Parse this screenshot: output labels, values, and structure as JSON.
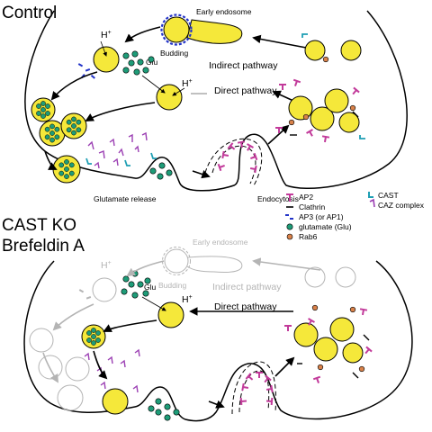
{
  "panels": {
    "control": {
      "title": "Control",
      "labels": {
        "early_endosome": "Early endosome",
        "budding": "Budding",
        "h_plus_1": "H",
        "h_plus_2": "H",
        "plus": "+",
        "glu": "Glu",
        "indirect_pathway": "Indirect pathway",
        "direct_pathway": "Direct pathway",
        "glutamate_release": "Glutamate release",
        "endocytosis": "Endocytosis"
      }
    },
    "cast_ko": {
      "title_line1": "CAST KO",
      "title_line2": "Brefeldin A",
      "labels": {
        "early_endosome": "Early endosome",
        "budding": "Budding",
        "h_plus_1": "H",
        "h_plus_2": "H",
        "plus": "+",
        "glu": "Glu",
        "indirect_pathway": "Indirect pathway",
        "direct_pathway": "Direct pathway"
      }
    }
  },
  "legend": {
    "ap2": "AP2",
    "clathrin": "Clathrin",
    "ap3": "AP3 (or AP1)",
    "glutamate": "glutamate (Glu)",
    "rab6": "Rab6",
    "cast": "CAST",
    "caz": "CAZ complex"
  },
  "colors": {
    "vesicle_yellow": "#f5e83a",
    "glutamate_green": "#1e9c78",
    "rab6_orange": "#d9824a",
    "ap2_magenta": "#c23a9a",
    "ap3_blue": "#2233c8",
    "cast_teal": "#1f9fb4",
    "caz_purple": "#9b3fb3",
    "inactive_grey": "#b4b4b4"
  }
}
